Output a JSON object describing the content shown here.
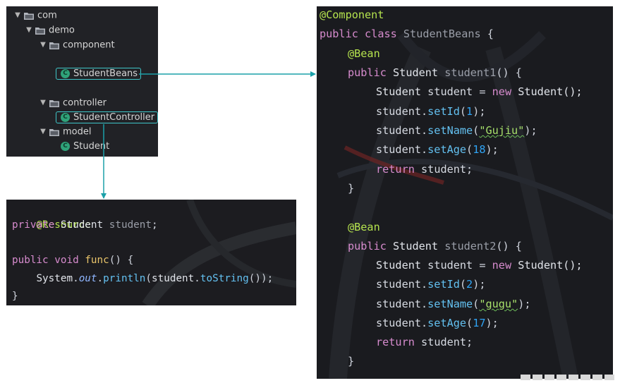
{
  "tree": {
    "root": "com",
    "package": "demo",
    "folders": {
      "component": "component",
      "controller": "controller",
      "model": "model"
    },
    "classes": {
      "student_beans": "StudentBeans",
      "student_controller": "StudentController",
      "student": "Student"
    },
    "class_icon_letter": "C"
  },
  "resource_code": {
    "annotation": "@Resource",
    "field": {
      "modifier": "private",
      "type": "Student",
      "name": "student",
      "semi": ";"
    },
    "method_sig": {
      "modifier": "public",
      "ret": "void",
      "name": "func",
      "rest": "() {"
    },
    "call": {
      "system": "System",
      "dot1": ".",
      "out": "out",
      "dot2": ".",
      "println": "println",
      "open": "(",
      "arg": "student",
      "dot3": ".",
      "tostring": "toString",
      "close": "());"
    },
    "close_brace": "}"
  },
  "component_code": {
    "class_annotation": "@Component",
    "class_decl": {
      "public": "public",
      "class": "class",
      "name": "StudentBeans",
      "brace": "{"
    },
    "methods": [
      {
        "annotation": "@Bean",
        "sig": {
          "public": "public",
          "type": "Student",
          "name": "student1",
          "rest": "() {"
        },
        "decl": {
          "type": "Student",
          "var": "student",
          "eq": "=",
          "new": "new",
          "ctor": "Student();"
        },
        "set_id": {
          "obj": "student.",
          "fn": "setId",
          "open": "(",
          "val": "1",
          "close": ");"
        },
        "set_name": {
          "obj": "student.",
          "fn": "setName",
          "open": "(",
          "val": "\"Gujiu\"",
          "close": ");"
        },
        "set_age": {
          "obj": "student.",
          "fn": "setAge",
          "open": "(",
          "val": "18",
          "close": ");"
        },
        "ret": {
          "kw": "return",
          "val": "student;"
        },
        "close": "}"
      },
      {
        "annotation": "@Bean",
        "sig": {
          "public": "public",
          "type": "Student",
          "name": "student2",
          "rest": "() {"
        },
        "decl": {
          "type": "Student",
          "var": "student",
          "eq": "=",
          "new": "new",
          "ctor": "Student();"
        },
        "set_id": {
          "obj": "student.",
          "fn": "setId",
          "open": "(",
          "val": "2",
          "close": ");"
        },
        "set_name": {
          "obj": "student.",
          "fn": "setName",
          "open": "(",
          "val": "\"gugu\"",
          "close": ");"
        },
        "set_age": {
          "obj": "student.",
          "fn": "setAge",
          "open": "(",
          "val": "17",
          "close": ");"
        },
        "ret": {
          "kw": "return",
          "val": "student;"
        },
        "close": "}"
      }
    ]
  },
  "colors": {
    "connector": "#1aa0a8",
    "highlight_box": "#3fc7c9",
    "annotation": "#b5e34e",
    "keyword": "#d68bcd",
    "number": "#2fa4f5"
  }
}
